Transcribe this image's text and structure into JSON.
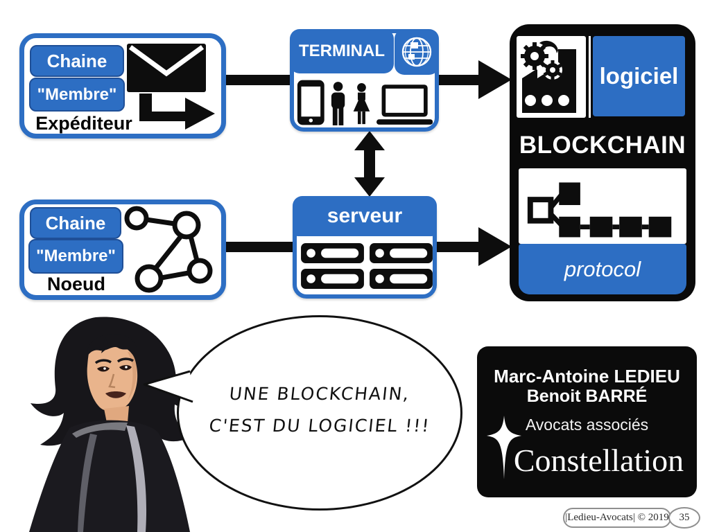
{
  "colors": {
    "accent_blue": "#2d6ec3",
    "accent_blue_dark": "#1f4f97",
    "ink": "#0d0d0d",
    "card_black": "#0b0b0b",
    "white": "#ffffff"
  },
  "boxes": {
    "expediteur": {
      "chain_button": "Chaine",
      "member_button": "\"Membre\"",
      "role_label": "Expéditeur"
    },
    "noeud": {
      "chain_button": "Chaine",
      "member_button": "\"Membre\"",
      "role_label": "Noeud"
    },
    "terminal": {
      "title": "TERMINAL"
    },
    "serveur": {
      "title": "serveur"
    },
    "blockchain": {
      "software_label": "logiciel",
      "title": "BLOCKCHAIN",
      "protocol_label": "protocol"
    }
  },
  "speech_bubble": {
    "line1": "UNE BLOCKCHAIN,",
    "line2": "C'EST DU LOGICIEL !!!"
  },
  "credits_card": {
    "name_line1": "Marc-Antoine LEDIEU",
    "name_line2": "Benoit BARRÉ",
    "subtitle": "Avocats associés",
    "brand": "Constellation"
  },
  "footer": {
    "credit": "|Ledieu-Avocats| © 2019",
    "page_number": "35"
  },
  "icons": {
    "envelope": "envelope-icon",
    "send_arrow": "send-arrow-icon",
    "network_nodes": "network-nodes-icon",
    "globe": "globe-icon",
    "smartphone": "smartphone-icon",
    "man": "man-icon",
    "woman": "woman-icon",
    "laptop": "laptop-icon",
    "server": "server-icon",
    "factory_gears": "factory-gears-icon",
    "blockchain_diagram": "blockchain-diagram-icon",
    "sparkle_star": "sparkle-star-icon",
    "arrow_right": "arrow-right-icon",
    "arrow_up_down": "arrow-up-down-icon",
    "speech_tail": "speech-bubble-tail",
    "comic_character": "comic-character-figure"
  }
}
